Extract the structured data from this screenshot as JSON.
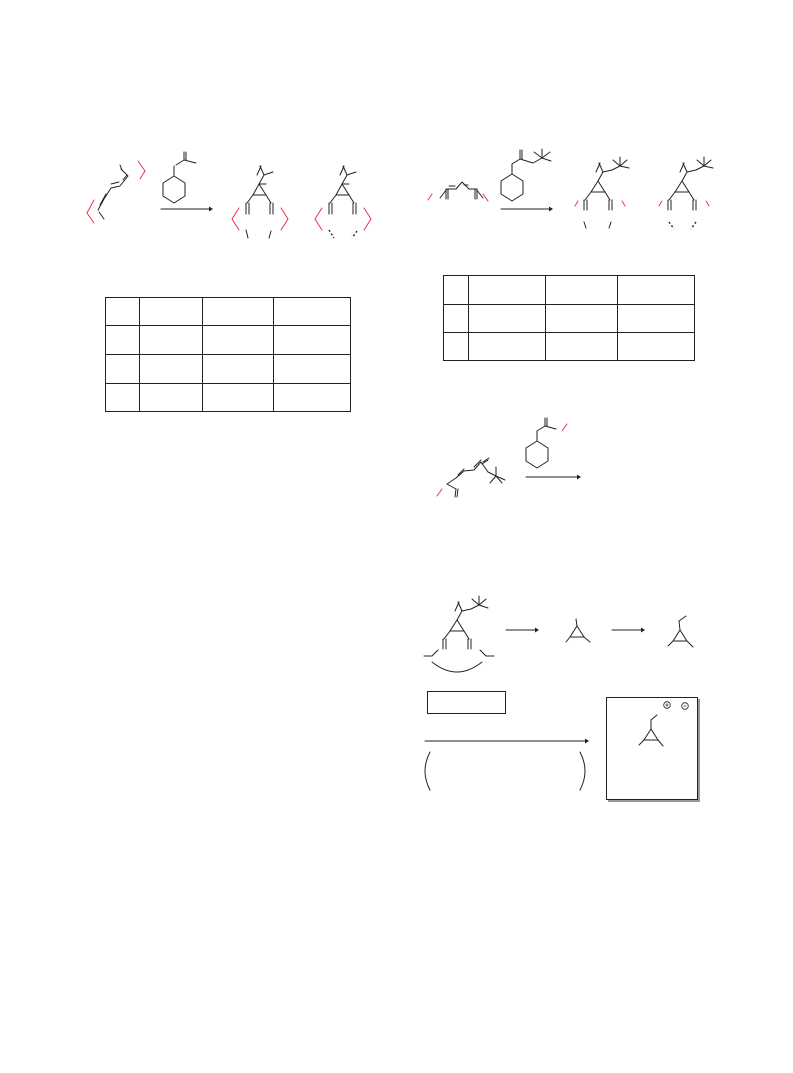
{
  "page": {
    "background": "#ffffff",
    "ink_color": "#222222",
    "highlight_color": "#e8324e",
    "frame_shadow_color": "#9a9a9a"
  },
  "table_left": {
    "rows": 4,
    "cols": 4
  },
  "table_right": {
    "rows": 3,
    "cols": 4
  },
  "product_panel": {
    "charge_icons": [
      "plus-circle-icon",
      "minus-circle-icon"
    ]
  }
}
